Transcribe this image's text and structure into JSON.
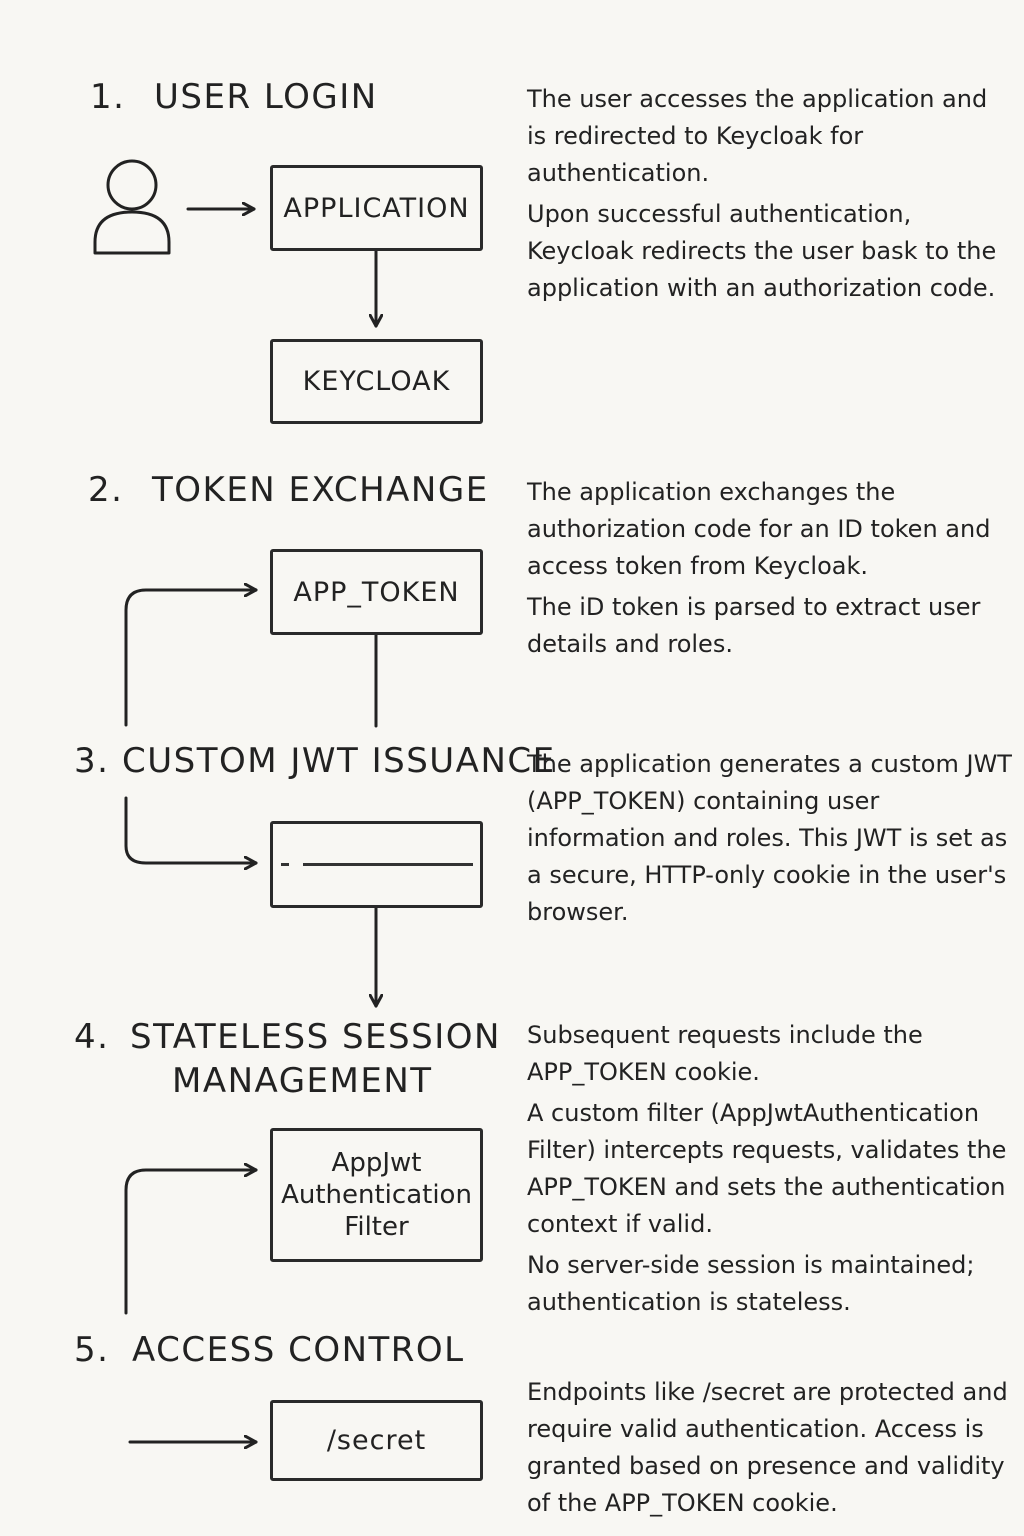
{
  "steps": [
    {
      "number": "1.",
      "title": "USER LOGIN",
      "description": [
        "The user accesses the application and is redirected to Keycloak for authentication.",
        "Upon successful authentication, Keycloak redirects the user bask to the application with an authorization code."
      ],
      "boxes": [
        "APPLICATION",
        "KEYCLOAK"
      ]
    },
    {
      "number": "2.",
      "title": "TOKEN EXCHANGE",
      "description": [
        "The application exchanges the authorization code for an ID token and access token from Keycloak.",
        "The iD token is parsed to extract user details and roles."
      ],
      "boxes": [
        "APP_TOKEN"
      ]
    },
    {
      "number": "3.",
      "title": "CUSTOM JWT ISSUANCE",
      "description": [
        "The application generates a custom JWT (APP_TOKEN) containing user information and roles. This JWT is set as a secure, HTTP-only cookie in the user's browser."
      ],
      "boxes": [
        ""
      ]
    },
    {
      "number": "4.",
      "title_line1": "STATELESS SESSION",
      "title_line2": "MANAGEMENT",
      "description": [
        "Subsequent requests include the APP_TOKEN cookie.",
        "A custom filter (AppJwtAuthentication Filter) intercepts requests, validates the APP_TOKEN and sets the authentication context if valid.",
        "No server-side session is maintained; authentication is stateless."
      ],
      "box_lines": [
        "AppJwt",
        "Authentication",
        "Filter"
      ]
    },
    {
      "number": "5.",
      "title": "ACCESS CONTROL",
      "description": [
        "Endpoints like /secret are protected and require valid authentication. Access is granted based on presence and validity of the APP_TOKEN cookie."
      ],
      "boxes": [
        "/secret"
      ]
    }
  ],
  "icons": {
    "user": "user-icon"
  },
  "colors": {
    "background": "#f8f7f3",
    "ink": "#222222"
  }
}
